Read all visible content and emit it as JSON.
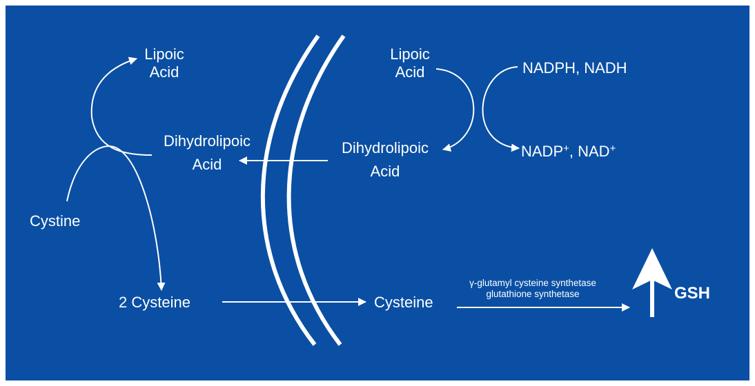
{
  "colors": {
    "background": "#0a4fa3",
    "foreground": "#ffffff"
  },
  "labels": {
    "lipoic_left_line1": "Lipoic",
    "lipoic_left_line2": "Acid",
    "dihydro_left_line1": "Dihydrolipoic",
    "dihydro_left_line2": "Acid",
    "cystine": "Cystine",
    "two_cysteine": "2 Cysteine",
    "lipoic_right_line1": "Lipoic",
    "lipoic_right_line2": "Acid",
    "dihydro_right_line1": "Dihydrolipoic",
    "dihydro_right_line2": "Acid",
    "nadph_nadh": "NADPH, NADH",
    "nadp_base": "NADP",
    "nadp_sup": "+",
    "nadp_sep": ", NAD",
    "nad_sup": "+",
    "cysteine": "Cysteine",
    "enzyme_line1": "γ-glutamyl cysteine synthetase",
    "enzyme_line2": "glutathione synthetase",
    "gsh": "GSH"
  }
}
